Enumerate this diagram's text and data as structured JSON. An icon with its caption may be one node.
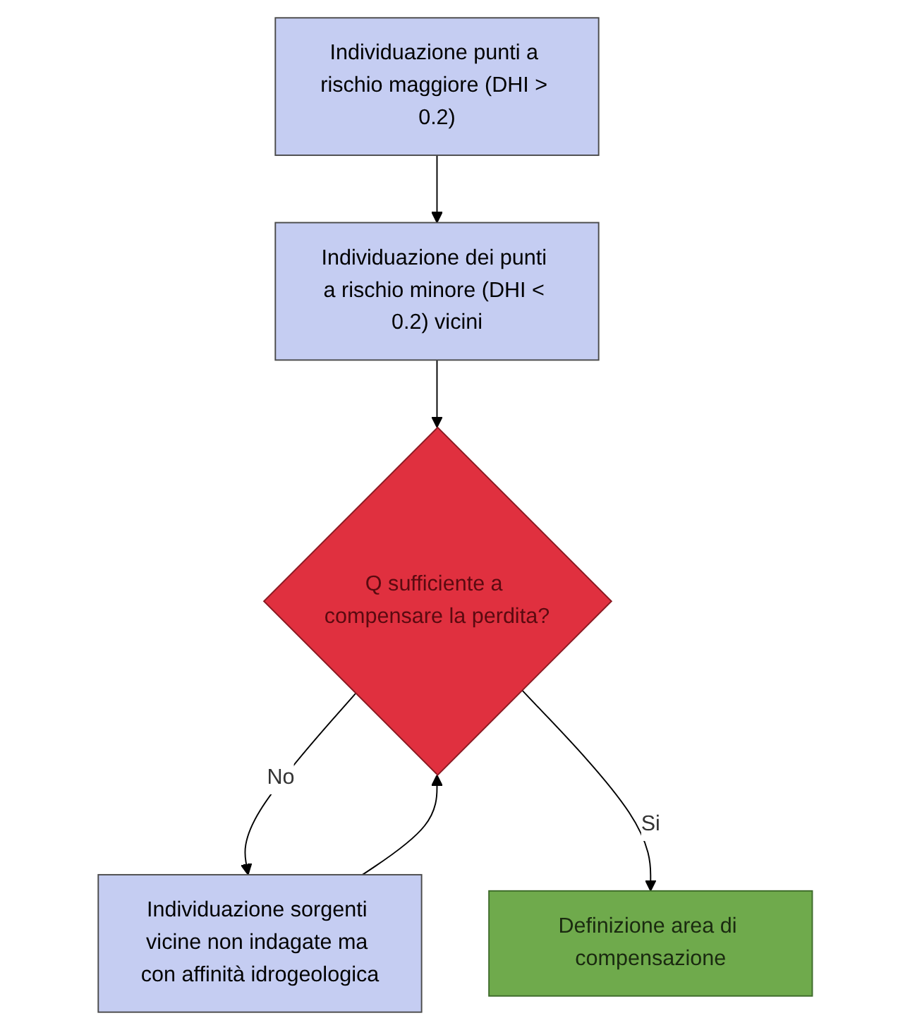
{
  "diagram": {
    "nodes": [
      {
        "text": [
          "Individuazione punti a rischio maggiore (DHI > 0.2)"
        ]
      },
      {
        "text": [
          "Individuazione dei punti a rischio minore (DHI < 0.2) vicini"
        ]
      },
      {
        "text": [
          "Q sufficiente a compensare la perdita?"
        ]
      },
      {
        "text": [
          "Individuazione sorgenti vicine non indagate ma con affinità idrogeologica"
        ]
      },
      {
        "text": [
          "Definizione area di compensazione"
        ]
      }
    ],
    "edges": [
      {
        "from": 0,
        "to": 1,
        "arrow": "to"
      },
      {
        "from": 1,
        "to": 2,
        "arrow": "to"
      },
      {
        "from": 2,
        "to": 3,
        "label": "No",
        "arrow": "to"
      },
      {
        "from": 3,
        "to": 2,
        "arrow": "to"
      },
      {
        "from": 2,
        "to": 4,
        "label": "Si",
        "arrow": "to"
      }
    ]
  }
}
